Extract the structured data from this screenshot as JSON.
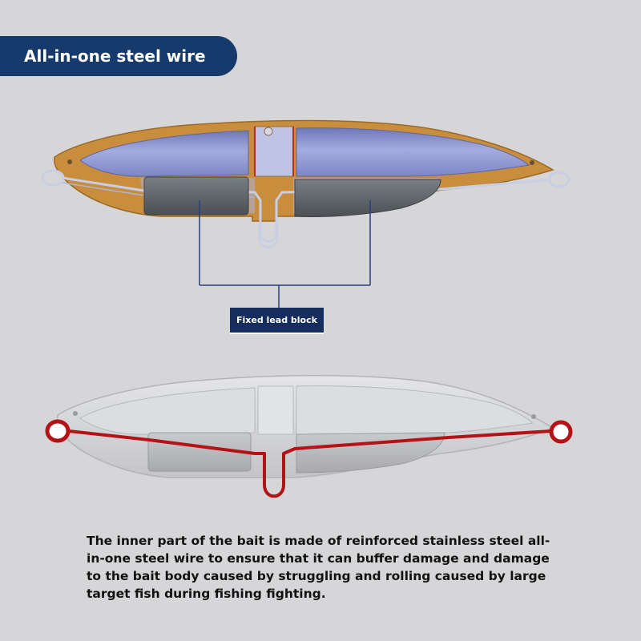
{
  "header": {
    "title": "All-in-one steel wire"
  },
  "callout": {
    "label": "Fixed lead block"
  },
  "description": {
    "text": "The inner part of the bait is made of reinforced stainless steel all-in-one steel wire to ensure that it can buffer damage and damage to the bait body caused by struggling and rolling caused by large target fish during fishing fighting."
  },
  "colors": {
    "title_bg": "#163a6b",
    "callout_bg": "#152e5e",
    "shell_orange": "#c98d3e",
    "cavity_blue": "#8f9ad8",
    "lead_gray": "#5a5f63",
    "wire_red": "#b31217",
    "wire_silver": "#c8cfe4"
  }
}
